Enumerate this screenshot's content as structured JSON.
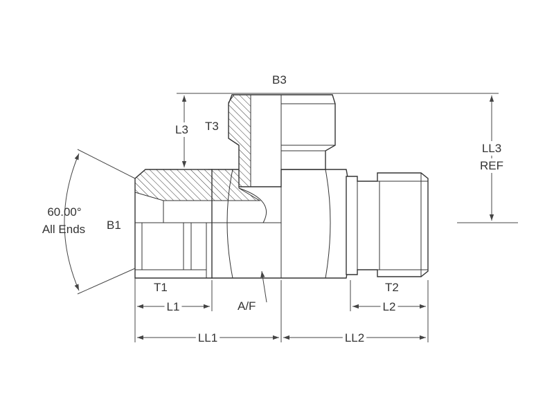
{
  "labels": {
    "b3": "B3",
    "t3": "T3",
    "l3": "L3",
    "ll3_line1": "LL3",
    "ll3_line2": "REF",
    "angle_line1": "60.00°",
    "angle_line2": "All Ends",
    "b1": "B1",
    "t1": "T1",
    "l1": "L1",
    "af": "A/F",
    "t2": "T2",
    "l2": "L2",
    "ll1": "LL1",
    "ll2": "LL2"
  }
}
